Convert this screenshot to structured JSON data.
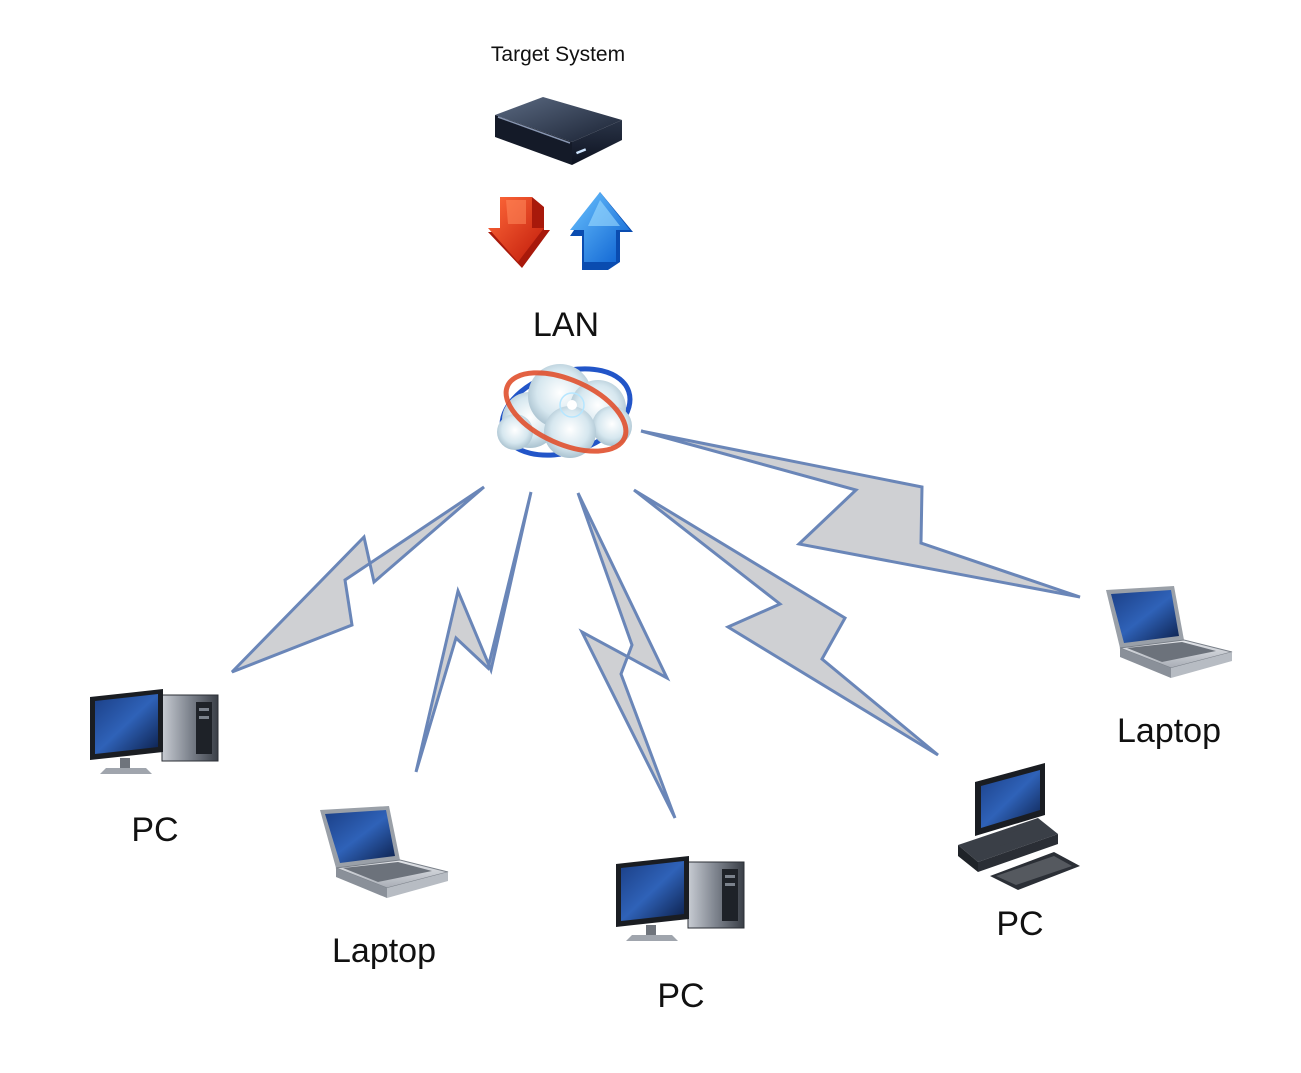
{
  "target": {
    "label": "Target System",
    "icon": "server-icon"
  },
  "arrows": {
    "down_icon": "down-arrow-icon",
    "up_icon": "up-arrow-icon",
    "down_color": "#e0301a",
    "up_color": "#1f7fe6"
  },
  "lan": {
    "label": "LAN",
    "icon": "cloud-network-icon"
  },
  "devices": [
    {
      "label": "PC",
      "icon": "desktop-pc-icon"
    },
    {
      "label": "Laptop",
      "icon": "laptop-icon"
    },
    {
      "label": "PC",
      "icon": "desktop-pc-icon"
    },
    {
      "label": "PC",
      "icon": "workstation-pc-icon"
    },
    {
      "label": "Laptop",
      "icon": "laptop-icon"
    }
  ],
  "connection": {
    "fill": "#cfd0d3",
    "stroke": "#6a86b8"
  }
}
